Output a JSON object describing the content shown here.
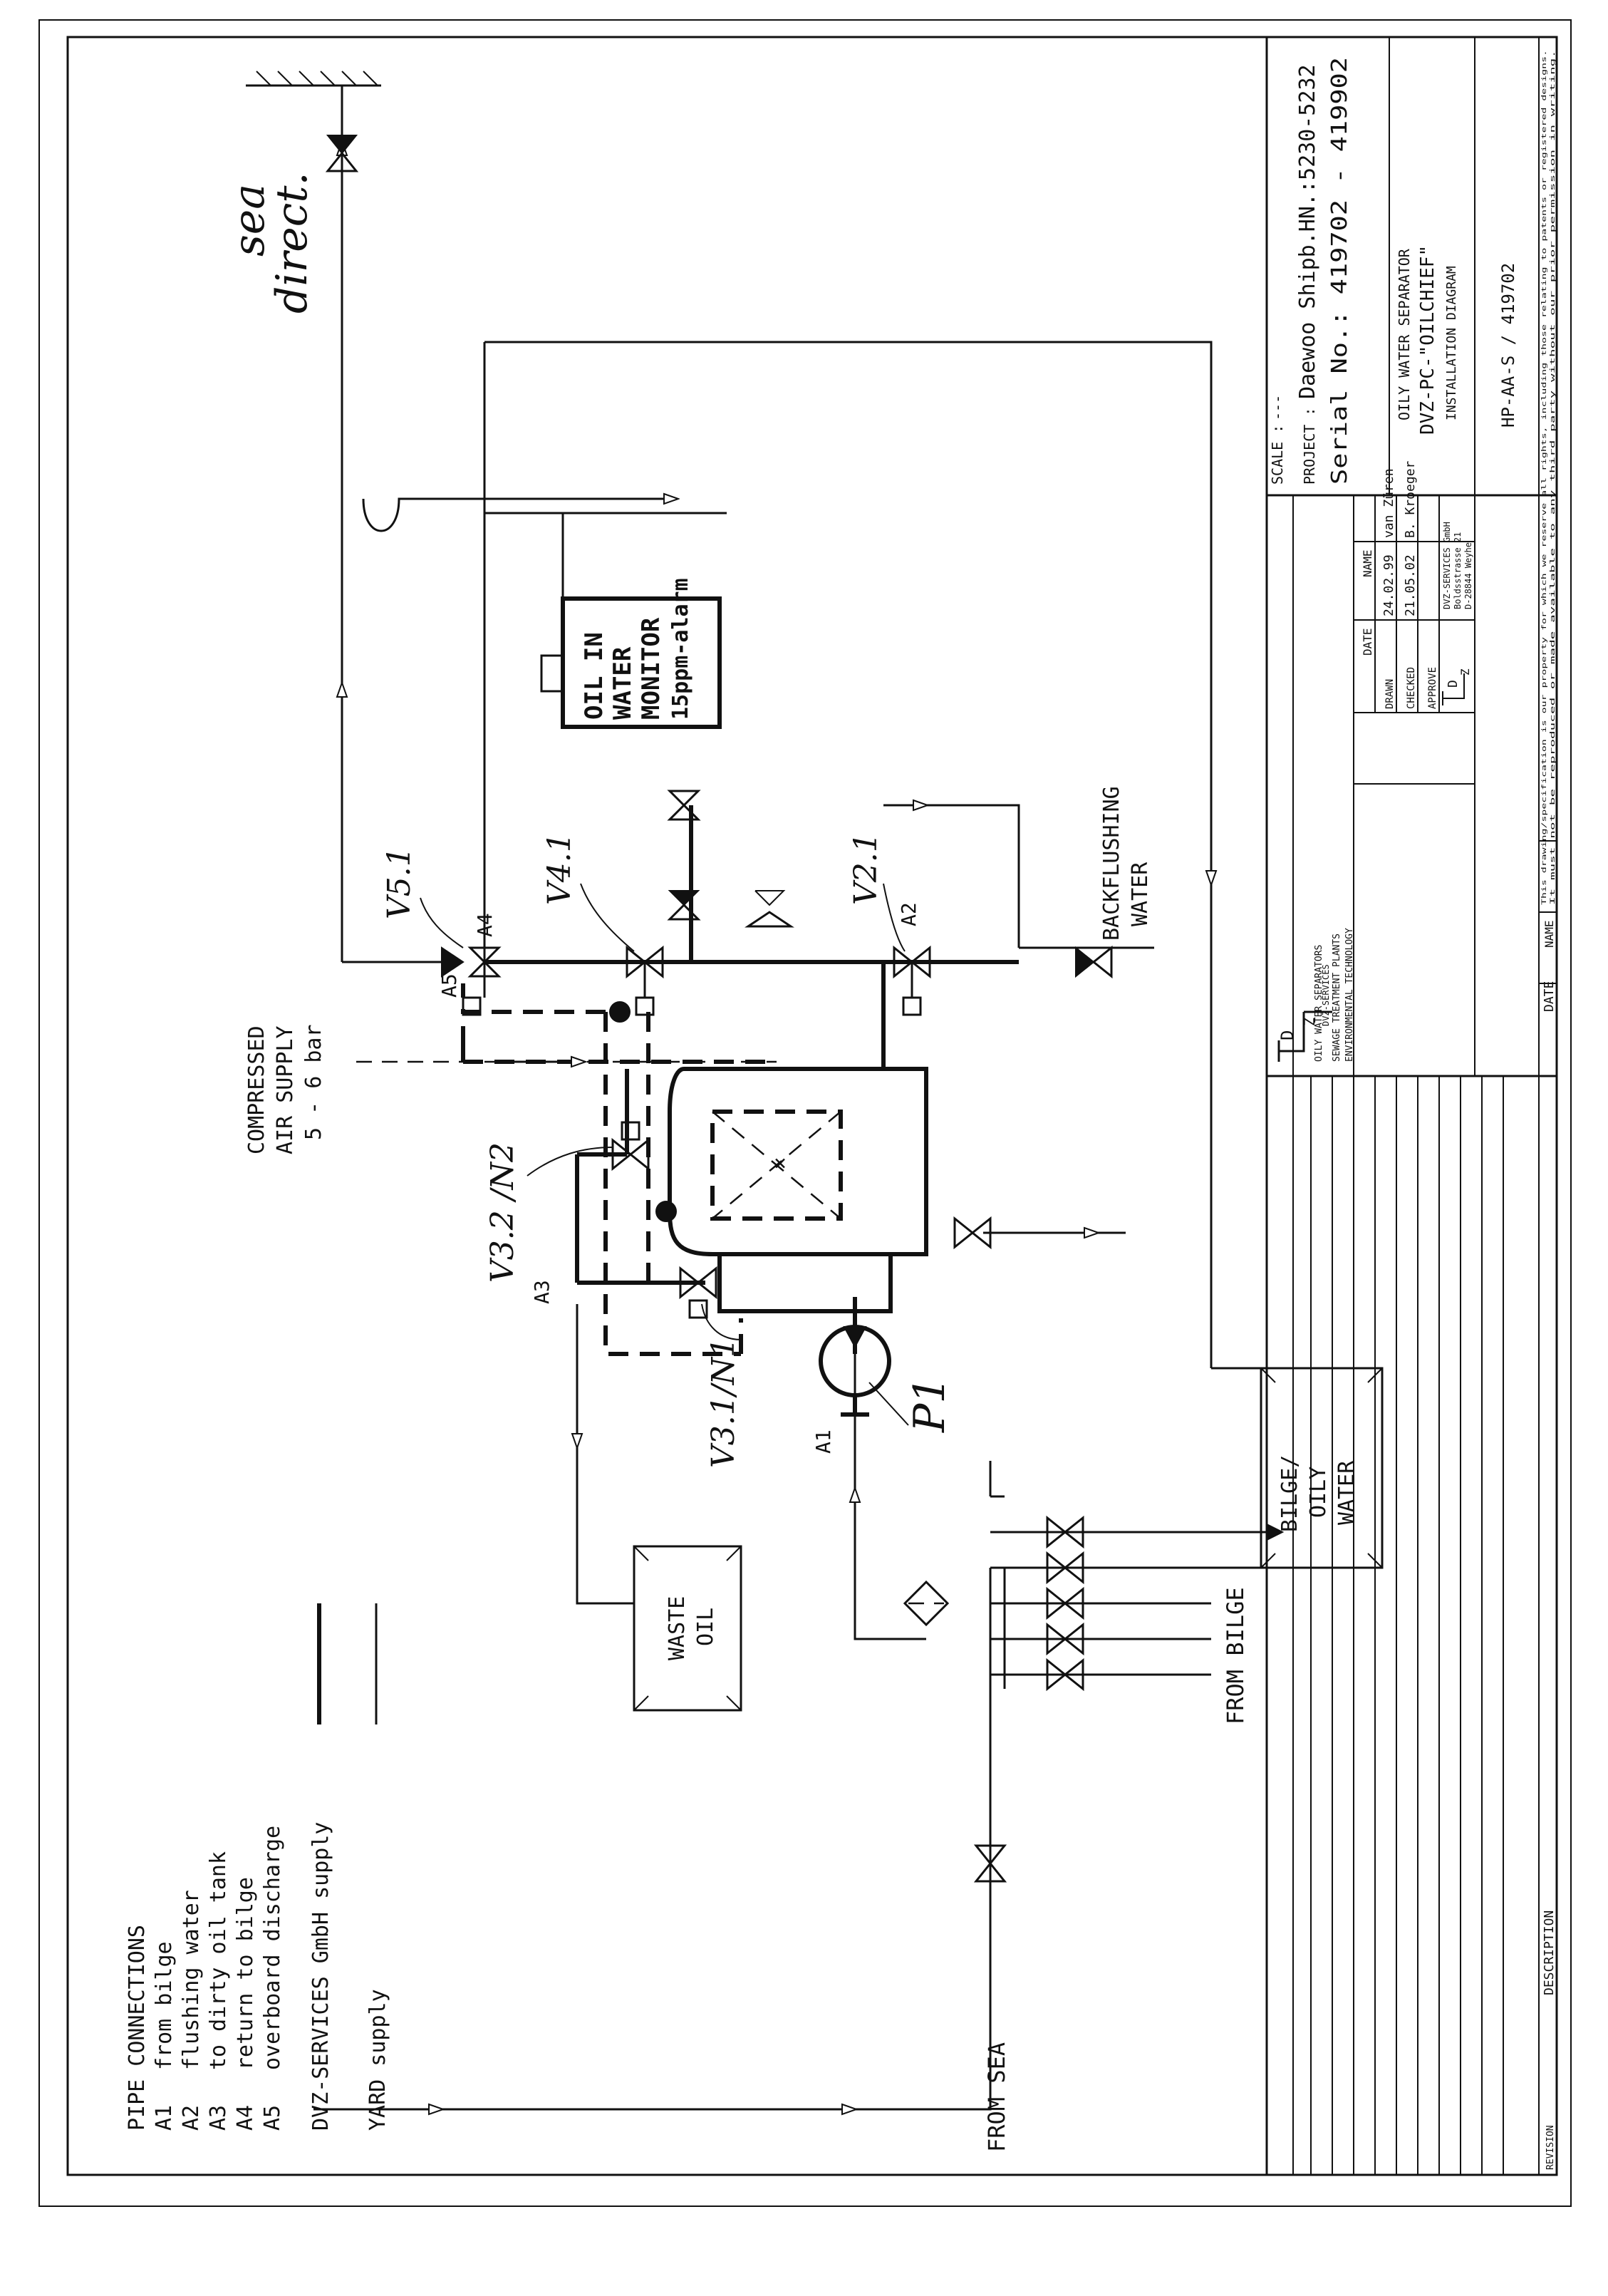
{
  "legend": {
    "title": "PIPE CONNECTIONS",
    "items": [
      {
        "code": "A1",
        "text": "from bilge"
      },
      {
        "code": "A2",
        "text": "flushing water"
      },
      {
        "code": "A3",
        "text": "to dirty oil tank"
      },
      {
        "code": "A4",
        "text": "return to bilge"
      },
      {
        "code": "A5",
        "text": "overboard discharge"
      }
    ],
    "supply_dvz": "DVZ-SERVICES GmbH supply",
    "supply_yard": "YARD supply"
  },
  "labels": {
    "from_sea": "FROM SEA",
    "from_bilge": "FROM BILGE",
    "waste_oil_line1": "WASTE",
    "waste_oil_line2": "OIL",
    "bilge_line1": "BILGE/",
    "bilge_line2": "OILY",
    "bilge_line3": "WATER",
    "compressed_air_line1": "COMPRESSED",
    "compressed_air_line2": "AIR SUPPLY",
    "compressed_air_line3": "5 - 6 bar",
    "backflushing_line1": "BACKFLUSHING",
    "backflushing_line2": "WATER",
    "monitor_line1": "OIL IN",
    "monitor_line2": "WATER",
    "monitor_line3": "MONITOR",
    "monitor_line4": "15ppm-alarm",
    "sea_direct_line1": "sea",
    "sea_direct_line2": "direct."
  },
  "valve_tags": {
    "v51": "V5.1",
    "v41": "V4.1",
    "v21": "V2.1",
    "v32": "V3.2 /N2",
    "v31": "V3.1/N1",
    "p1": "P1"
  },
  "connection_tags": {
    "a1": "A1",
    "a2": "A2",
    "a3": "A3",
    "a4": "A4",
    "a5": "A5"
  },
  "title_block": {
    "scale_label": "SCALE :",
    "scale_value": "---",
    "project_label": "PROJECT :",
    "project_value": "Daewoo Shipb.HN.:5230-5232",
    "serial_value": "Serial No.: 419702 - 419902",
    "drawing_line1": "OILY WATER SEPARATOR",
    "drawing_line2": "DVZ-PC-\"OILCHIEF\"",
    "drawing_line3": "INSTALLATION DIAGRAM",
    "drawing_number": "HP-AA-S / 419702",
    "company_line1": "OILY WATER SEPARATORS",
    "company_line2": "SEWAGE TREATMENT PLANTS",
    "company_line3": "ENVIRONMENTAL TECHNOLOGY",
    "logo_caption": "DVZ-SERVICES",
    "col_date": "DATE",
    "col_name": "NAME",
    "drawn_label": "DRAWN",
    "drawn_date": "24.02.99",
    "drawn_name": "van Züren",
    "checked_label": "CHECKED",
    "checked_date": "21.05.02",
    "checked_name": "B. Kroeger",
    "approve_label": "APPROVE",
    "address_line1": "DVZ-SERVICES GmbH",
    "address_line2": "Boldsstrasse 21",
    "address_line3": "D-28844 Weyhe",
    "rev_revision": "REVISION",
    "rev_description": "DESCRIPTION",
    "rev_date": "DATE",
    "rev_name": "NAME",
    "copyright_line1": "This drawing/specification is our property for which we reserve all rights, including those relating to patents or registered designs.",
    "copyright_line2": "It must not be reproduced or made available to any third party without our prior permission in writing."
  }
}
